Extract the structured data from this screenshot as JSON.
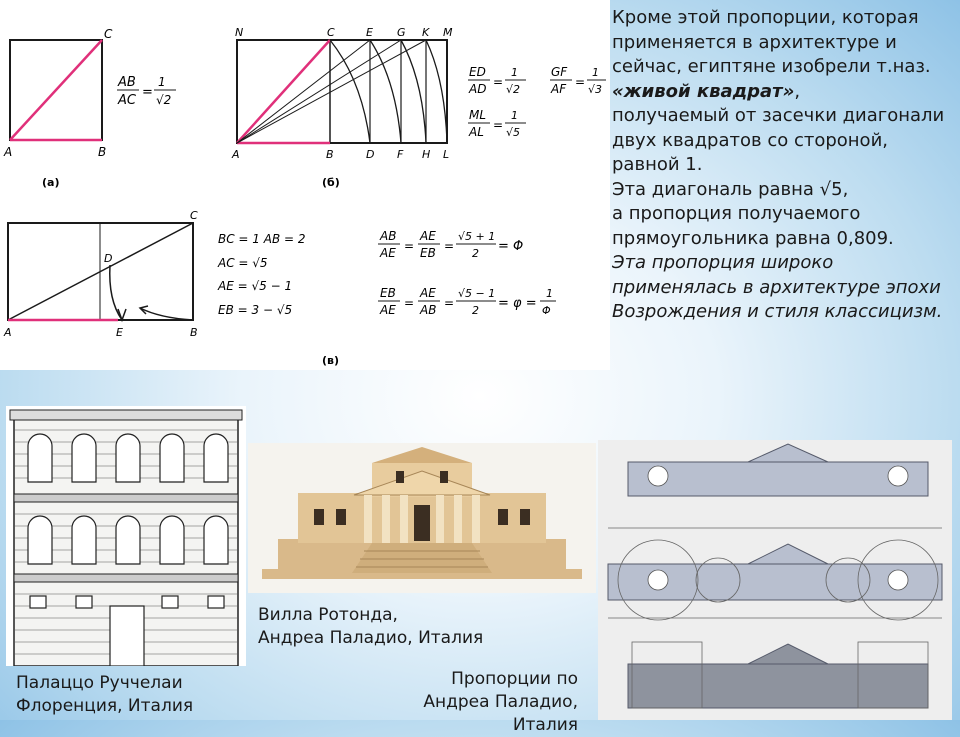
{
  "colors": {
    "accent_line": "#e0307a",
    "ink": "#1a1a1a"
  },
  "figure_a": {
    "labels": {
      "c": "C",
      "a": "A",
      "b": "B"
    },
    "formula_num": "AB",
    "formula_den": "AC",
    "formula_rhs_num": "1",
    "formula_rhs_den": "√2",
    "tag": "(а)"
  },
  "figure_b": {
    "top_labels": [
      "N",
      "C",
      "E",
      "G",
      "K",
      "M"
    ],
    "bottom_labels": [
      "A",
      "B",
      "D",
      "F",
      "H",
      "L"
    ],
    "f1_num": "ED",
    "f1_den": "AD",
    "f1_rhs_num": "1",
    "f1_rhs_den": "√2",
    "f2_num": "GF",
    "f2_den": "AF",
    "f2_rhs_num": "1",
    "f2_rhs_den": "√3",
    "f3_num": "ML",
    "f3_den": "AL",
    "f3_rhs_num": "1",
    "f3_rhs_den": "√5",
    "tag": "(б)"
  },
  "figure_v": {
    "labels": {
      "c": "C",
      "d": "D",
      "a": "A",
      "e": "E",
      "b": "B"
    },
    "eq1": "BC = 1   AB = 2",
    "eq2": "AC = √5",
    "eq3": "AE = √5 − 1",
    "eq4": "EB = 3 − √5",
    "phi1_left_num": "AB",
    "phi1_left_den": "AE",
    "phi1_mid_num": "AE",
    "phi1_mid_den": "EB",
    "phi1_right_num": "√5 + 1",
    "phi1_right_den": "2",
    "phi1_result": "= Φ",
    "phi2_left_num": "EB",
    "phi2_left_den": "AE",
    "phi2_mid_num": "AE",
    "phi2_mid_den": "AB",
    "phi2_right_num": "√5 − 1",
    "phi2_right_den": "2",
    "phi2_result": "= φ =",
    "phi2_frac_num": "1",
    "phi2_frac_den": "Φ",
    "tag": "(в)"
  },
  "text": {
    "p1": "Кроме этой пропорции, которая применяется в архитектуре и сейчас, египтяне изобрели т.наз.",
    "p1_bold": "«живой квадрат»",
    "p1_tail": ",",
    "p2": "получаемый от засечки диагонали двух квадратов со стороной, равной 1.",
    "p3": "Эта диагональ равна √5,",
    "p4": "а пропорция получаемого прямоугольника равна 0,809.",
    "p5": "Эта пропорция широко применялась в архитектуре эпохи Возрождения и стиля классицизм."
  },
  "captions": {
    "rucellai_1": "Палаццо Руччелаи",
    "rucellai_2": "Флоренция, Италия",
    "rotonda_1": "Вилла Ротонда,",
    "rotonda_2": "Андреа Паладио, Италия",
    "proportions_1": "Пропорции по",
    "proportions_2": "Андреа Паладио, Италия"
  }
}
